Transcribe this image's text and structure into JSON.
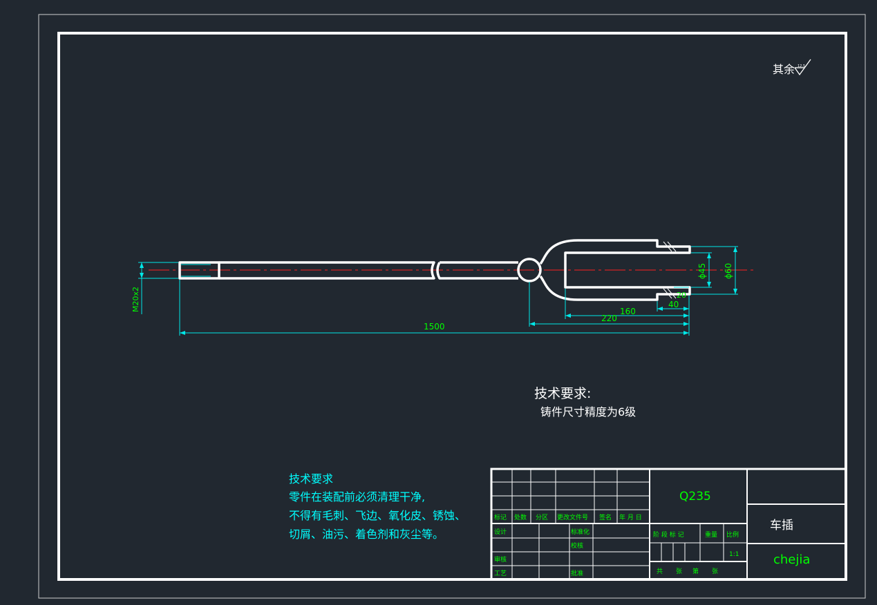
{
  "colors": {
    "background": "#212830",
    "drawing": "#ffffff",
    "dimension": "#00e8e8",
    "dimension_text": "#00ff00",
    "centerline": "#ff2020",
    "notes": "#00ffff",
    "titleblock_text": "#00ff00"
  },
  "surface_note": {
    "label": "其余",
    "symbol": "roughness-check-icon",
    "value": "12.5"
  },
  "dimensions": {
    "thread": "M20x2",
    "overall_length": "1500",
    "fork_length": "220",
    "slot_length": "160",
    "tip_length": "40",
    "tip_width": "20",
    "inner_dia": "ϕ45",
    "outer_dia": "ϕ60"
  },
  "tech_req_main": {
    "title": "技术要求:",
    "line1": "铸件尺寸精度为6级"
  },
  "tech_req_notes": {
    "title": "技术要求",
    "line1": "零件在装配前必须清理干净,",
    "line2": "不得有毛刺、飞边、氧化皮、锈蚀、",
    "line3": "切屑、油污、着色剂和灰尘等。"
  },
  "title_block": {
    "material": "Q235",
    "part_name": "车插",
    "drawing_code": "chejia",
    "rev_header": [
      "标记",
      "处数",
      "分区",
      "更改文件号",
      "签名",
      "年 月 日"
    ],
    "design": "设计",
    "standardize": "标准化",
    "check": "校核",
    "review": "审核",
    "craft": "工艺",
    "approve": "批准",
    "stage_mark": "阶 段 标 记",
    "weight": "重量",
    "scale_label": "比例",
    "scale": "1:1",
    "sheets_total": "共",
    "sheet_word": "张",
    "sheet_no": "第",
    "sheet_word2": "张"
  }
}
